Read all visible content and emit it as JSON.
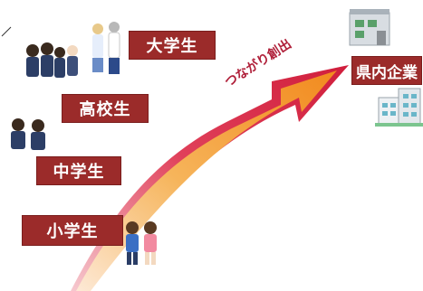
{
  "labels": {
    "university": "大学生",
    "high_school": "高校生",
    "junior_high": "中学生",
    "elementary": "小学生",
    "companies": "県内企業"
  },
  "arrow_text": "つながり創出",
  "colors": {
    "label_bg": "#9b2b2a",
    "arrow_outline": "#d9233f",
    "arrow_fill_inner": "#f2a23a",
    "arrow_fill_tail": "#fbe0c4",
    "arrow_text": "#b0203a"
  },
  "icons": [
    "students-group-icon",
    "university-students-icon",
    "high-school-students-icon",
    "junior-high-students-icon",
    "elementary-students-icon",
    "company-building-icon",
    "office-building-icon"
  ]
}
